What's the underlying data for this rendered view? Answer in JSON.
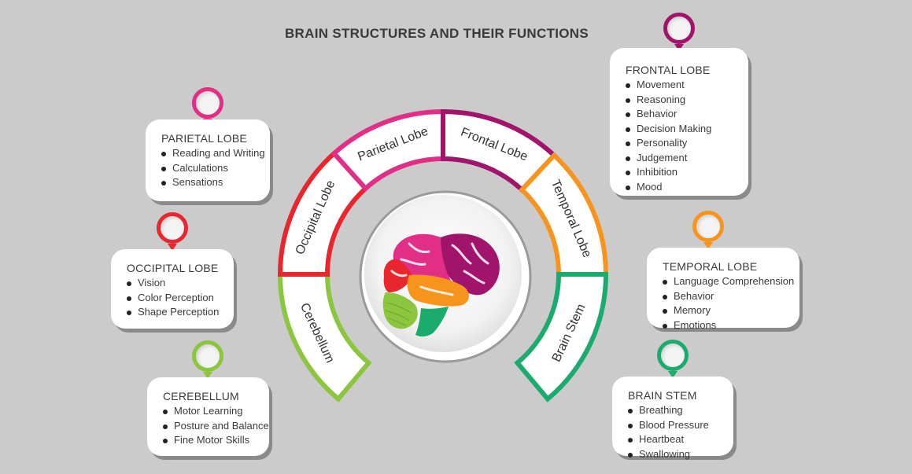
{
  "title": "BRAIN STRUCTURES AND THEIR FUNCTIONS",
  "colors": {
    "frontal": "#a0156b",
    "parietal": "#e12e86",
    "occipital": "#e8262d",
    "cerebellum": "#8cc63f",
    "temporal": "#f7941d",
    "brainstem": "#1bab6c"
  },
  "ring_labels": {
    "frontal": "Frontal Lobe",
    "parietal": "Parietal Lobe",
    "occipital": "Occipital Lobe",
    "cerebellum": "Cerebellum",
    "temporal": "Temporal Lobe",
    "brainstem": "Brain Stem"
  },
  "cards": {
    "frontal": {
      "heading": "FRONTAL LOBE",
      "items": [
        "Movement",
        "Reasoning",
        "Behavior",
        "Decision Making",
        "Personality",
        "Judgement",
        "Inhibition",
        "Mood"
      ]
    },
    "parietal": {
      "heading": "PARIETAL LOBE",
      "items": [
        "Reading and Writing",
        "Calculations",
        "Sensations"
      ]
    },
    "occipital": {
      "heading": "OCCIPITAL LOBE",
      "items": [
        "Vision",
        "Color Perception",
        "Shape Perception"
      ]
    },
    "cerebellum": {
      "heading": "CEREBELLUM",
      "items": [
        "Motor Learning",
        "Posture and Balance",
        "Fine Motor Skills"
      ]
    },
    "temporal": {
      "heading": "TEMPORAL LOBE",
      "items": [
        "Language Comprehension",
        "Behavior",
        "Memory",
        "Emotions"
      ]
    },
    "brainstem": {
      "heading": "BRAIN STEM",
      "items": [
        "Breathing",
        "Blood Pressure",
        "Heartbeat",
        "Swallowing"
      ]
    }
  }
}
